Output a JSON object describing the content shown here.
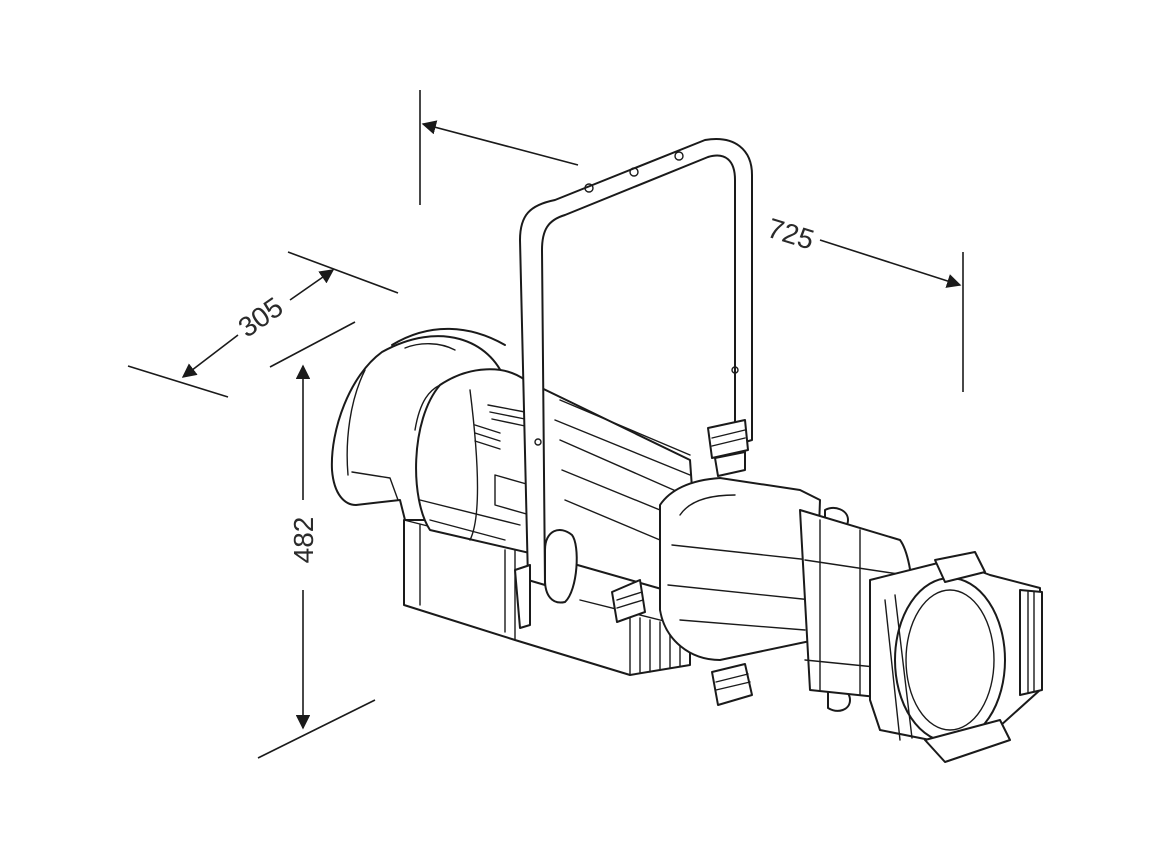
{
  "dimensions": {
    "length": "725",
    "width": "305",
    "height": "482"
  },
  "colors": {
    "line": "#1a1a1a",
    "background": "#ffffff"
  }
}
